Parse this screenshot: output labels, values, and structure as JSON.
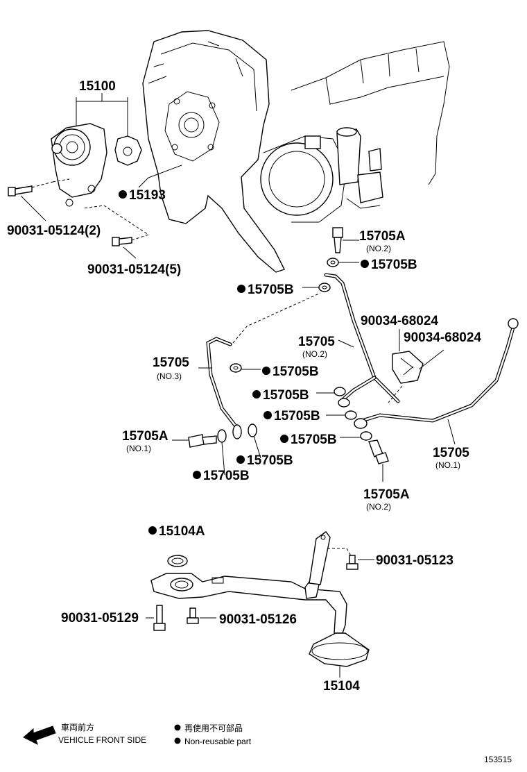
{
  "labels": {
    "water_pump": "15100",
    "gasket_15193": "15193",
    "bolt_left": "90031-05124(2)",
    "bolt_bottom": "90031-05124(5)",
    "union_bolt_no2_top": "15705A",
    "union_bolt_no2_top_sub": "(NO.2)",
    "gasket_right_top": "15705B",
    "gasket_left_top": "15705B",
    "clamp_a": "90034-68024",
    "clamp_b": "90034-68024",
    "pipe_no2": "15705",
    "pipe_no2_sub": "(NO.2)",
    "pipe_no3": "15705",
    "pipe_no3_sub": "(NO.3)",
    "gasket_no3_upper": "15705B",
    "gasket_mid_a": "15705B",
    "gasket_mid_b": "15705B",
    "gasket_mid_c": "15705B",
    "union_bolt_no1": "15705A",
    "union_bolt_no1_sub": "(NO.1)",
    "gasket_bottom_right": "15705B",
    "gasket_bottom_left": "15705B",
    "pipe_no1": "15705",
    "pipe_no1_sub": "(NO.1)",
    "union_bolt_no2_bottom": "15705A",
    "union_bolt_no2_bottom_sub": "(NO.2)",
    "strainer_gasket": "15104A",
    "bolt_05123": "90031-05123",
    "bolt_05129": "90031-05129",
    "bolt_05126": "90031-05126",
    "strainer": "15104"
  },
  "legend": {
    "direction_jp": "車両前方",
    "direction_en": "VEHICLE FRONT SIDE",
    "nonreusable_jp": "再使用不可部品",
    "nonreusable_en": "Non-reusable part"
  },
  "figure_id": "153515"
}
